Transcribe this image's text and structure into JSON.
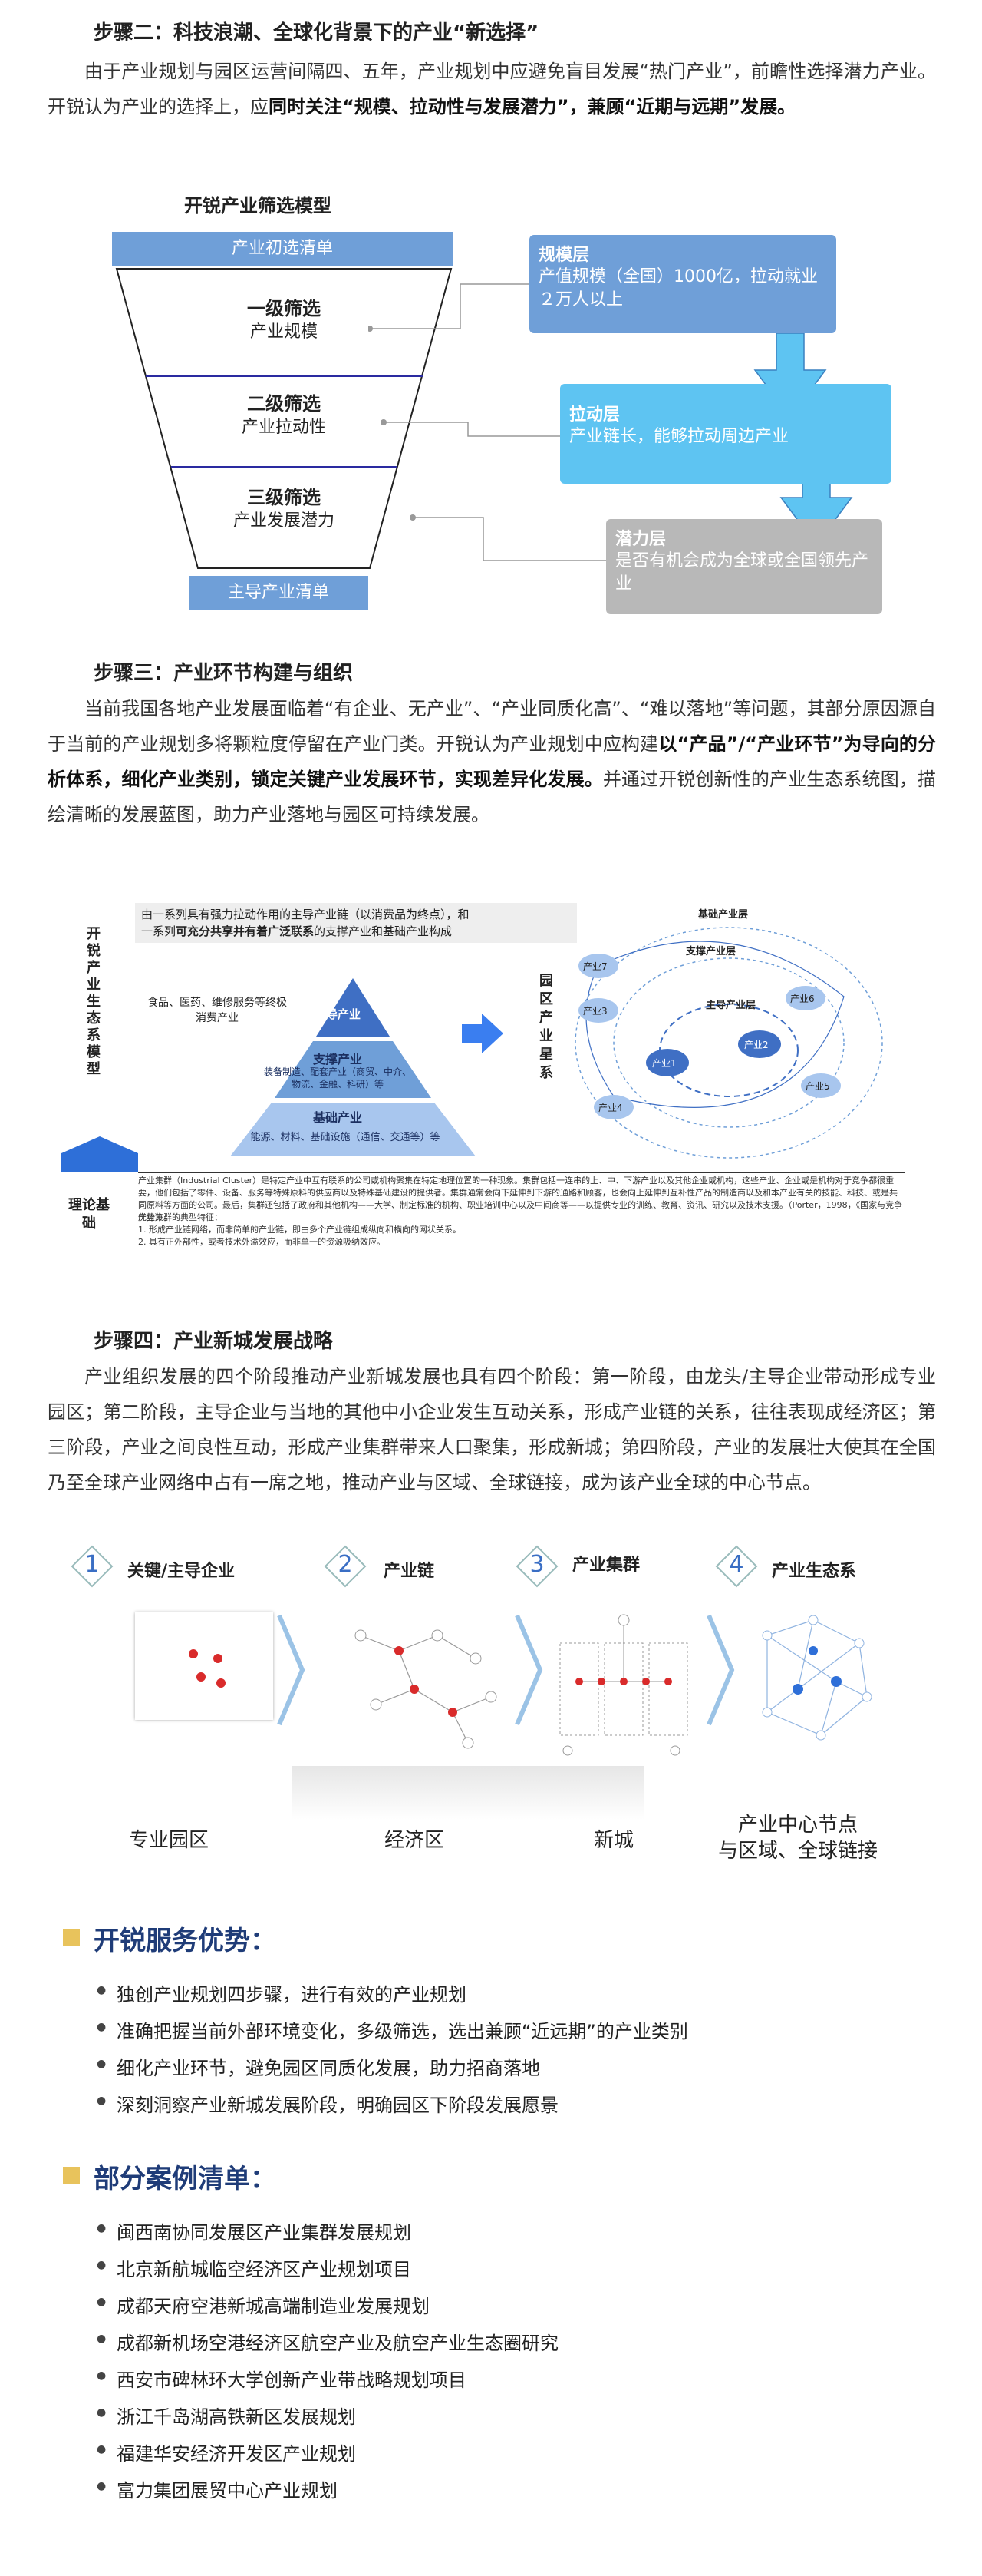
{
  "step2": {
    "heading": "步骤二：科技浪潮、全球化背景下的产业“新选择”",
    "para": [
      {
        "t": "由于产业规划与园区运营间隔四、五年，产业规划中应避免盲目发展“热门产业”，前瞻性选择潜力产业。开锐认为产业的选择上，应",
        "b": false
      },
      {
        "t": "同时关注“规模、拉动性与发展潜力”，兼顾“近期与远期”发展。",
        "b": true
      }
    ],
    "diagram_title": "开锐产业筛选模型",
    "top_bar": "产业初选清单",
    "bottom_bar": "主导产业清单",
    "levels": [
      {
        "name": "一级筛选",
        "sub": "产业规模"
      },
      {
        "name": "二级筛选",
        "sub": "产业拉动性"
      },
      {
        "name": "三级筛选",
        "sub": "产业发展潜力"
      }
    ],
    "layers": [
      {
        "title": "规模层",
        "desc": "产值规模（全国）1000亿，拉动就业２万人以上",
        "color": "#6f9fd8"
      },
      {
        "title": "拉动层",
        "desc": "产业链长，能够拉动周边产业",
        "color": "#5ec4f2"
      },
      {
        "title": "潜力层",
        "desc": "是否有机会成为全球或全国领先产业",
        "color": "#b8b8b8"
      }
    ]
  },
  "step3": {
    "heading": "步骤三：产业环节构建与组织",
    "para": [
      {
        "t": "当前我国各地产业发展面临着“有企业、无产业”、“产业同质化高”、“难以落地”等问题，其部分原因源自于当前的产业规划多将颗粒度停留在产业门类。开锐认为产业规划中应构建",
        "b": false
      },
      {
        "t": "以“产品”/“产业环节”为导向的分析体系，细化产业类别，锁定关键产业发展环节，实现差异化发展。",
        "b": true
      },
      {
        "t": "并通过开锐创新性的产业生态系统图，描绘清晰的发展蓝图，助力产业落地与园区可持续发展。",
        "b": false
      }
    ],
    "left_vertical": "开锐产业生态系模型",
    "right_vertical": "园区产业星系",
    "top_note_1": "由一系列具有强力拉动作用的主导产业链（以消费品为终点），和",
    "top_note_2a": "一系列",
    "top_note_2b": "可充分共享并有着广泛联系",
    "top_note_2c": "的支撑产业和基础产业构成",
    "side_note": "食品、医药、维修服务等终极消费产业",
    "pyramid": [
      {
        "title": "主导产业",
        "detail": ""
      },
      {
        "title": "支撑产业",
        "detail": "装备制造、配套产业（商贸、中介、物流、金融、科研）等"
      },
      {
        "title": "基础产业",
        "detail": "能源、材料、基础设施（通信、交通等）等"
      }
    ],
    "theory": "理论基础",
    "cluster_text": "产业集群（Industrial Cluster）是特定产业中互有联系的公司或机构聚集在特定地理位置的一种现象。集群包括一连串的上、中、下游产业以及其他企业或机构，这些产业、企业或是机构对于竞争都很重要，他们包括了零件、设备、服务等特殊原料的供应商以及特殊基础建设的提供者。集群通常会向下延伸到下游的通路和顾客，也会向上延伸到互补性产品的制造商以及和本产业有关的技能、科技、或是共同原料等方面的公司。最后，集群还包括了政府和其他机构——大学、制定标准的机构、职业培训中心以及中间商等——以提供专业的训练、教育、资讯、研究以及技术支援。（Porter，1998，《国家与竞争优势》）。",
    "cluster_feat_h": "产业集群的典型特征：",
    "cluster_feats": [
      "1. 形成产业链网络，而非简单的产业链，即由多个产业链组成纵向和横向的网状关系。",
      "2. 具有正外部性，或者技术外溢效应，而非单一的资源吸纳效应。"
    ],
    "galaxy": {
      "outer": "基础产业层",
      "middle": "支撑产业层",
      "inner": "主导产业层",
      "nodes": [
        "产业7",
        "产业6",
        "产业3",
        "产业2",
        "产业1",
        "产业5",
        "产业4"
      ]
    }
  },
  "step4": {
    "heading": "步骤四：产业新城发展战略",
    "para": "产业组织发展的四个阶段推动产业新城发展也具有四个阶段：第一阶段，由龙头/主导企业带动形成专业园区；第二阶段，主导企业与当地的其他中小企业发生互动关系，形成产业链的关系，往往表现成经济区；第三阶段，产业之间良性互动，形成产业集群带来人口聚集，形成新城；第四阶段，产业的发展壮大使其在全国乃至全球产业网络中占有一席之地，推动产业与区域、全球链接，成为该产业全球的中心节点。",
    "stages": [
      {
        "num": "1",
        "title": "关键/主导企业",
        "caption": "专业园区"
      },
      {
        "num": "2",
        "title": "产业链",
        "caption": "经济区"
      },
      {
        "num": "3",
        "title": "产业集群",
        "caption": "新城"
      },
      {
        "num": "4",
        "title": "产业生态系",
        "caption": "产业中心节点\n与区域、全球链接"
      }
    ]
  },
  "advantages": {
    "heading": "开锐服务优势：",
    "items": [
      "独创产业规划四步骤，进行有效的产业规划",
      "准确把握当前外部环境变化，多级筛选，选出兼顾“近远期”的产业类别",
      "细化产业环节，避免园区同质化发展，助力招商落地",
      "深刻洞察产业新城发展阶段，明确园区下阶段发展愿景"
    ]
  },
  "cases": {
    "heading": "部分案例清单：",
    "items": [
      "闽西南协同发展区产业集群发展规划",
      "北京新航城临空经济区产业规划项目",
      "成都天府空港新城高端制造业发展规划",
      "成都新机场空港经济区航空产业及航空产业生态圈研究",
      "西安市碑林环大学创新产业带战略规划项目",
      "浙江千岛湖高铁新区发展规划",
      "福建华安经济开发区产业规划",
      "富力集团展贸中心产业规划"
    ]
  }
}
